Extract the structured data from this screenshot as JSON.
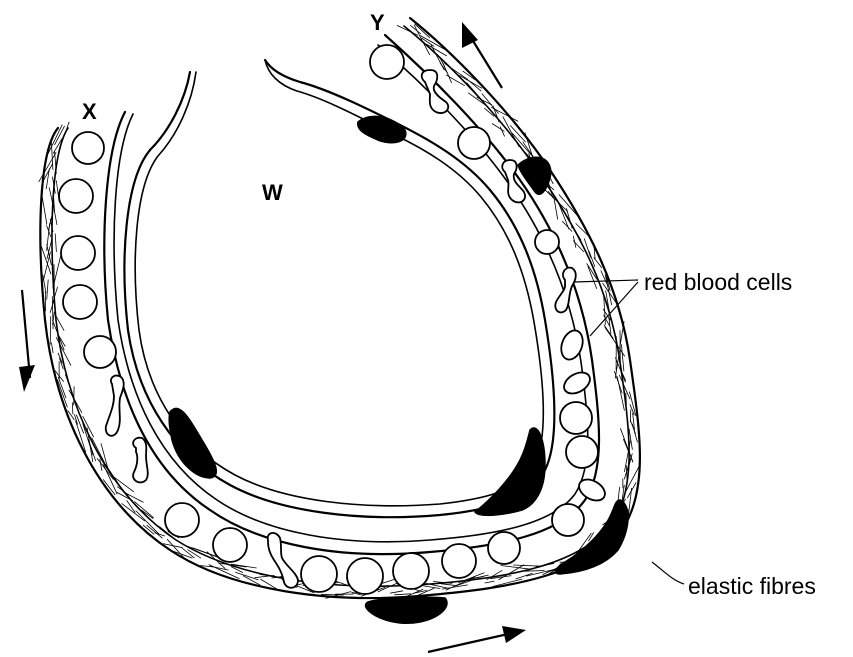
{
  "labels": {
    "x": "X",
    "y": "Y",
    "w": "W",
    "red_blood_cells": "red blood cells",
    "elastic_fibres": "elastic fibres"
  }
}
